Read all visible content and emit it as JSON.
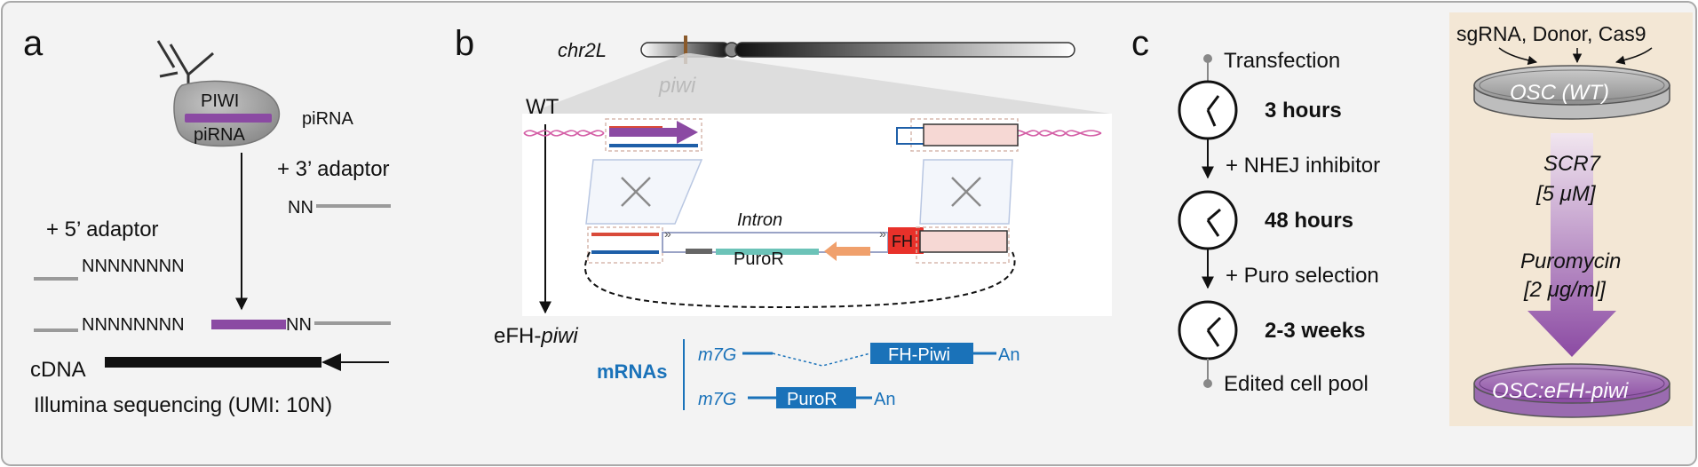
{
  "panel_a": {
    "label": "a",
    "piwi": "PIWI",
    "pirna_in_protein": "piRNA",
    "pirna": "piRNA",
    "adaptor3": "+ 3’ adaptor",
    "nn_top": "NN",
    "adaptor5": "+ 5’ adaptor",
    "n8_top": "NNNNNNNN",
    "n8_bottom": "NNNNNNNN",
    "nn_bottom": "NN",
    "cdna": "cDNA",
    "illumina": "Illumina sequencing (UMI: 10N)"
  },
  "panel_b": {
    "label": "b",
    "chrom": "chr2L",
    "piwi": "piwi",
    "wt": "WT",
    "intron": "Intron",
    "puror_construct": "PuroR",
    "fh_tag": "FH",
    "efh_prefix": "eFH-",
    "efh_italic": "piwi",
    "mrnas": "mRNAs",
    "m7g_1": "m7G",
    "fh_piwi": "FH-Piwi",
    "an_1": "An",
    "m7g_2": "m7G",
    "puror_mrna": "PuroR",
    "an_2": "An"
  },
  "panel_c": {
    "label": "c",
    "transfection": "Transfection",
    "h3": "3 hours",
    "nhej": "+ NHEJ inhibitor",
    "h48": "48 hours",
    "puro_sel": "+ Puro selection",
    "weeks": "2-3 weeks",
    "edited": "Edited cell pool",
    "reagents": "sgRNA, Donor, Cas9",
    "osc_wt": "OSC (WT)",
    "scr7": "SCR7",
    "scr7_conc": "[5 μM]",
    "puromycin": "Puromycin",
    "puro_conc": "[2 μg/ml]",
    "osc_efh": "OSC:eFH-piwi"
  },
  "colors": {
    "background": "#f3f3f3",
    "purple": "#8b4aa3",
    "blue": "#1a72b9",
    "red_tag": "#e8312a",
    "teal": "#6cc3b8",
    "orange": "#f0a06c",
    "pink_box": "#f6d8d4",
    "beige": "#f3e7d5"
  }
}
